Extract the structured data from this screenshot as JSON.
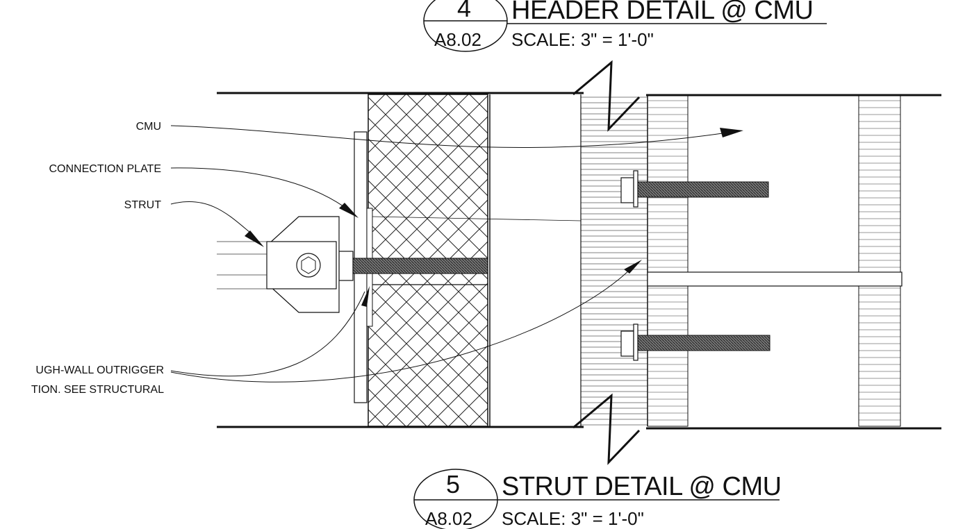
{
  "header_callout": {
    "number": "4",
    "sheet": "A8.02",
    "title": "HEADER DETAIL @ CMU",
    "scale": "SCALE: 3\" = 1'-0\""
  },
  "strut_callout": {
    "number": "5",
    "sheet": "A8.02",
    "title": "STRUT DETAIL @ CMU",
    "scale": "SCALE: 3\" = 1'-0\""
  },
  "labels": {
    "cmu": "CMU",
    "connection_plate": "CONNECTION PLATE",
    "strut": "STRUT",
    "outrigger_line1": "UGH-WALL OUTRIGGER",
    "outrigger_line2": "TION. SEE STRUCTURAL"
  }
}
